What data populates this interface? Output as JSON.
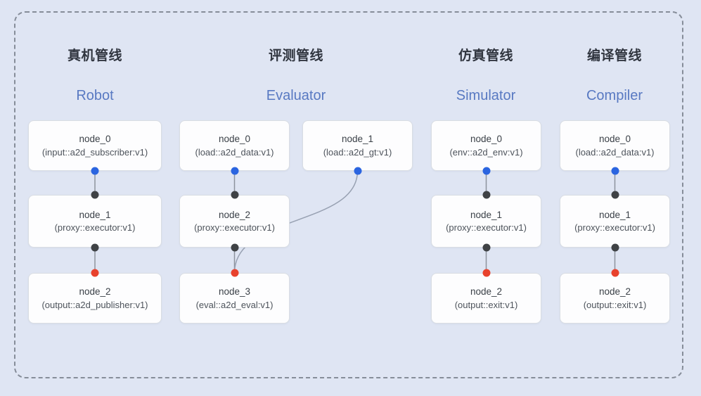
{
  "diagram": {
    "pipelines": [
      {
        "title": "真机管线",
        "subtitle": "Robot",
        "nodes": [
          {
            "name": "node_0",
            "type": "(input::a2d_subscriber:v1)",
            "ports": {
              "bottom": "blue"
            }
          },
          {
            "name": "node_1",
            "type": "(proxy::executor:v1)",
            "ports": {
              "top": "black",
              "bottom": "black"
            }
          },
          {
            "name": "node_2",
            "type": "(output::a2d_publisher:v1)",
            "ports": {
              "top": "red"
            }
          }
        ],
        "edges": [
          [
            "node_0",
            "node_1"
          ],
          [
            "node_1",
            "node_2"
          ]
        ]
      },
      {
        "title": "评测管线",
        "subtitle": "Evaluator",
        "nodes": [
          {
            "name": "node_0",
            "type": "(load::a2d_data:v1)",
            "ports": {
              "bottom": "blue"
            }
          },
          {
            "name": "node_1",
            "type": "(load::a2d_gt:v1)",
            "ports": {
              "bottom": "blue"
            }
          },
          {
            "name": "node_2",
            "type": "(proxy::executor:v1)",
            "ports": {
              "top": "black",
              "bottom": "black"
            }
          },
          {
            "name": "node_3",
            "type": "(eval::a2d_eval:v1)",
            "ports": {
              "top": "red"
            }
          }
        ],
        "edges": [
          [
            "node_0",
            "node_2"
          ],
          [
            "node_2",
            "node_3"
          ],
          [
            "node_1",
            "node_3"
          ]
        ]
      },
      {
        "title": "仿真管线",
        "subtitle": "Simulator",
        "nodes": [
          {
            "name": "node_0",
            "type": "(env::a2d_env:v1)",
            "ports": {
              "bottom": "blue"
            }
          },
          {
            "name": "node_1",
            "type": "(proxy::executor:v1)",
            "ports": {
              "top": "black",
              "bottom": "black"
            }
          },
          {
            "name": "node_2",
            "type": "(output::exit:v1)",
            "ports": {
              "top": "red"
            }
          }
        ],
        "edges": [
          [
            "node_0",
            "node_1"
          ],
          [
            "node_1",
            "node_2"
          ]
        ]
      },
      {
        "title": "编译管线",
        "subtitle": "Compiler",
        "nodes": [
          {
            "name": "node_0",
            "type": "(load::a2d_data:v1)",
            "ports": {
              "bottom": "blue"
            }
          },
          {
            "name": "node_1",
            "type": "(proxy::executor:v1)",
            "ports": {
              "top": "black",
              "bottom": "black"
            }
          },
          {
            "name": "node_2",
            "type": "(output::exit:v1)",
            "ports": {
              "top": "red"
            }
          }
        ],
        "edges": [
          [
            "node_0",
            "node_1"
          ],
          [
            "node_1",
            "node_2"
          ]
        ]
      }
    ],
    "colors": {
      "background": "#dfe5f3",
      "frame_border": "#868d99",
      "node_fill": "#fdfdfe",
      "node_border": "#d9dde3",
      "title_text": "#30353f",
      "subtitle_text": "#5879c2",
      "node_name_text": "#3a4047",
      "node_type_text": "#4d535b",
      "edge_line": "#8d939c",
      "port_blue": "#2b65e0",
      "port_black": "#3f4245",
      "port_red": "#e8422d"
    }
  }
}
